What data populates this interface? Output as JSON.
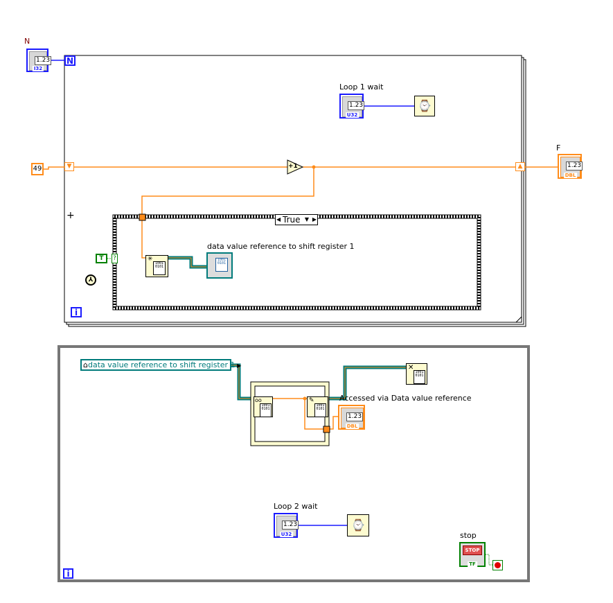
{
  "top_loop": {
    "count_label": "N",
    "count_terminal": "N",
    "iteration_terminal": "i",
    "count_type": "I32",
    "count_value": "1.23"
  },
  "loop1_wait": {
    "label": "Loop 1 wait",
    "value": "1.23",
    "type": "U32"
  },
  "constant_49": "49",
  "increment": "+1",
  "indicator_f": {
    "label": "F",
    "value": "1.23",
    "type": "DBL"
  },
  "case_structure": {
    "selector": "True",
    "bool_constant": "T",
    "selector_terminal": "?"
  },
  "dvr_indicator_label": "data value reference to shift register 1",
  "bottom_loop": {
    "iteration_terminal": "i"
  },
  "dvr_constant": "data value reference to shift register 1",
  "accessed_label": "Accessed via Data value reference",
  "accessed_indicator": {
    "value": "1.23",
    "type": "DBL"
  },
  "loop2_wait": {
    "label": "Loop 2 wait",
    "value": "1.23",
    "type": "U32"
  },
  "stop": {
    "label": "stop",
    "button_text": "STOP",
    "type": "TF"
  },
  "colors": {
    "numeric_int": "#1a1aff",
    "numeric_dbl": "#ff8c1a",
    "boolean": "#008000",
    "refnum": "#007b7b",
    "structure": "#000000"
  }
}
